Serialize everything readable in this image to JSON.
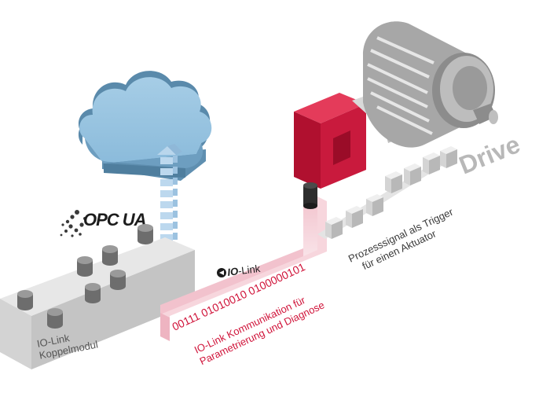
{
  "logos": {
    "opcua": "OPC UA",
    "iolink_mark": "IO",
    "iolink_word": "-Link"
  },
  "labels": {
    "drive": "Drive",
    "module_line1": "IO-Link",
    "module_line2": "Koppelmodul",
    "binary": "00111 01010010 0100000101",
    "comm_line1": "IO-Link Kommunikation für",
    "comm_line2": "Parametrierung und Diagnose",
    "process_line1": "Prozesssignal als Trigger",
    "process_line2": "für einen Aktuator"
  },
  "colors": {
    "accent_red": "#d0143a",
    "sensor_red": "#c21235",
    "cloud_blue": "#7fb3d2",
    "arrow_blue": "#a9cbe6",
    "module_gray": "#d3d3d3",
    "drive_gray": "#b8b8b8"
  },
  "icons": [
    "cloud-icon",
    "upload-arrow-icon",
    "globe-swirl-icon",
    "iolink-logo-icon",
    "motor-icon",
    "sensor-icon"
  ]
}
